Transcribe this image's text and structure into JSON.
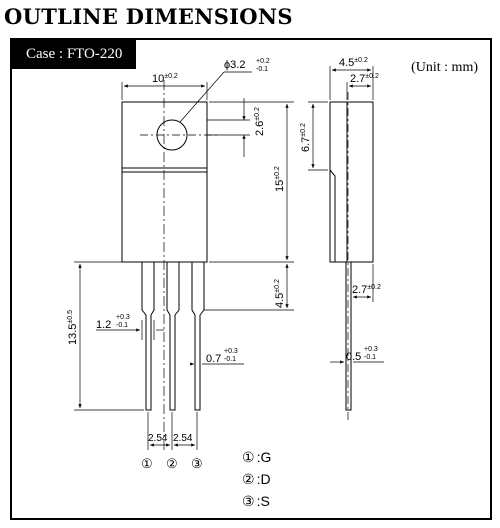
{
  "title": "OUTLINE DIMENSIONS",
  "case_label": "Case : FTO-220",
  "unit_note": "(Unit : mm)",
  "dimensions": {
    "body_width": "10",
    "body_width_tol": "±0.2",
    "hole_dia": "ϕ3.2",
    "hole_dia_tol_plus": "+0.2",
    "hole_dia_tol_minus": "-0.1",
    "hole_offset": "2.6",
    "hole_offset_tol": "±0.2",
    "body_height": "15",
    "body_height_tol": "±0.2",
    "lead_length": "13.5",
    "lead_length_tol": "±0.5",
    "lead_width_top": "1.2",
    "lead_width_top_tol_plus": "+0.3",
    "lead_width_top_tol_minus": "-0.1",
    "lead_width": "0.7",
    "lead_width_tol_plus": "+0.3",
    "lead_width_tol_minus": "-0.1",
    "lead_shoulder": "4.5",
    "lead_shoulder_tol": "±0.2",
    "pitch_1": "2.54",
    "pitch_2": "2.54",
    "side_thickness": "4.5",
    "side_thickness_tol": "±0.2",
    "side_tab": "2.7",
    "side_tab_tol": "±0.2",
    "side_tab_height": "6.7",
    "side_tab_height_tol": "±0.2",
    "side_lead_offset": "2.7",
    "side_lead_offset_tol": "±0.2",
    "side_lead_thickness": "0.5",
    "side_lead_thickness_tol_plus": "+0.3",
    "side_lead_thickness_tol_minus": "-0.1"
  },
  "pins": [
    {
      "symbol": "①",
      "label": ":G"
    },
    {
      "symbol": "②",
      "label": ":D"
    },
    {
      "symbol": "③",
      "label": ":S"
    }
  ]
}
